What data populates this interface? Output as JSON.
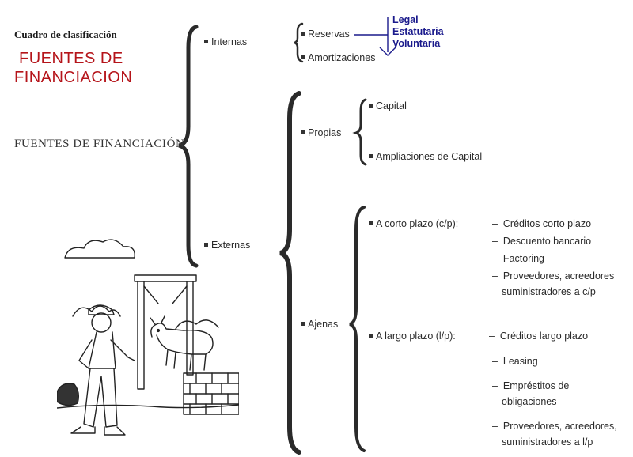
{
  "header": {
    "cuadro": "Cuadro de clasificación",
    "title_line1": "FUENTES DE",
    "title_line2": "FINANCIACION"
  },
  "root": "FUENTES DE FINANCIACIÓN",
  "internas": {
    "label": "Internas",
    "reservas": "Reservas",
    "amortizaciones": "Amortizaciones",
    "reservas_types": [
      "Legal",
      "Estatutaria",
      "Voluntaria"
    ]
  },
  "externas": {
    "label": "Externas",
    "propias": {
      "label": "Propias",
      "items": [
        "Capital",
        "Ampliaciones de Capital"
      ]
    },
    "ajenas": {
      "label": "Ajenas",
      "corto": {
        "label": "A corto plazo (c/p):",
        "items": [
          "Créditos corto plazo",
          "Descuento bancario",
          "Factoring",
          "Proveedores, acreedores",
          "suministradores a c/p"
        ]
      },
      "largo": {
        "label": "A largo plazo (l/p):",
        "items": [
          "Créditos largo plazo",
          "Leasing",
          "Empréstitos de",
          "obligaciones",
          "Proveedores, acreedores,",
          "suministradores a l/p"
        ]
      }
    }
  },
  "colors": {
    "title_red": "#b5141a",
    "types_blue": "#1a1a8c",
    "brace": "#2a2a2a"
  }
}
